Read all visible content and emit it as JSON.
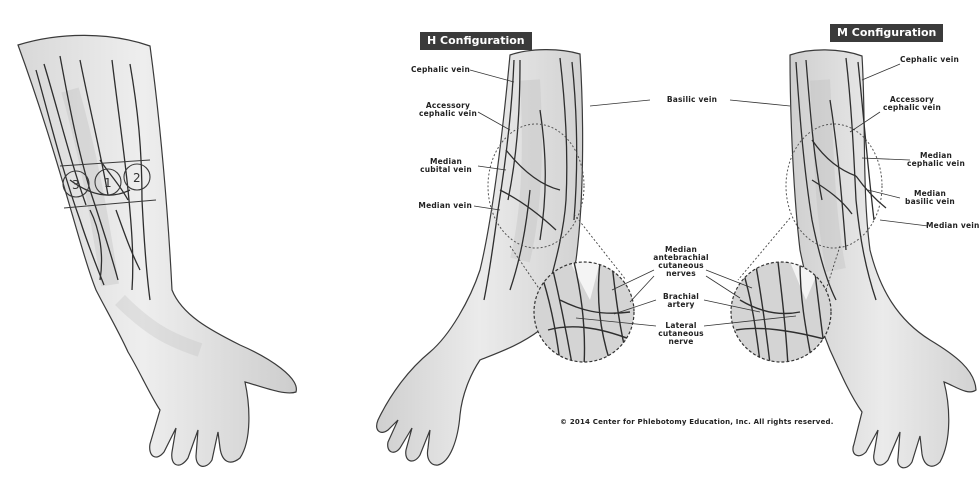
{
  "left_panel": {
    "zones": [
      "3",
      "1",
      "2"
    ]
  },
  "h_panel": {
    "title": "H Configuration",
    "labels": {
      "cephalic": "Cephalic vein",
      "accessory_cephalic": "Accessory\ncephalic vein",
      "median_cubital": "Median\ncubital vein",
      "median": "Median vein",
      "basilic": "Basilic vein"
    }
  },
  "center_labels": {
    "median_antebrachial": "Median\nantebrachial\ncutaneous\nnerves",
    "brachial_artery": "Brachial\nartery",
    "lateral_cutaneous": "Lateral\ncutaneous\nnerve"
  },
  "m_panel": {
    "title": "M Configuration",
    "labels": {
      "cephalic": "Cephalic vein",
      "accessory_cephalic": "Accessory\ncephalic vein",
      "median_cephalic": "Median\ncephalic vein",
      "median_basilic": "Median\nbasilic vein",
      "median": "Median vein"
    }
  },
  "copyright": "© 2014 Center for Phlebotomy Education, Inc. All rights reserved.",
  "colors": {
    "skin_fill": "#ececec",
    "skin_shade": "#cfcfcf",
    "vein": "#2e2e2e",
    "outline": "#3a3a3a",
    "badge_bg": "#3b3b3b"
  }
}
